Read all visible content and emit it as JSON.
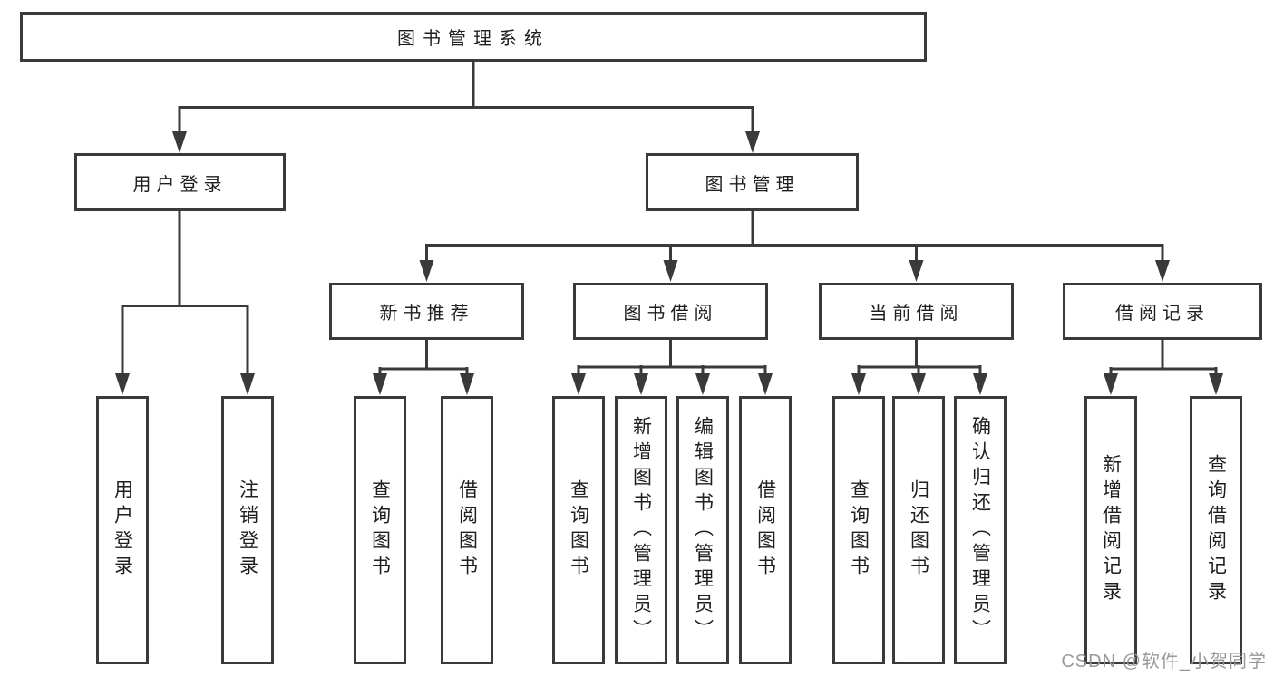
{
  "diagram": {
    "root": {
      "label": "图书管理系统"
    },
    "level2": [
      {
        "label": "用户登录"
      },
      {
        "label": "图书管理"
      }
    ],
    "level3": [
      {
        "label": "新书推荐"
      },
      {
        "label": "图书借阅"
      },
      {
        "label": "当前借阅"
      },
      {
        "label": "借阅记录"
      }
    ],
    "leaves": {
      "user_login": [
        "用户登录",
        "注销登录"
      ],
      "new_book_recommend": [
        "查询图书",
        "借阅图书"
      ],
      "book_borrow": [
        "查询图书",
        "新增图书（管理员）",
        "编辑图书（管理员）",
        "借阅图书"
      ],
      "current_borrow": [
        "查询图书",
        "归还图书",
        "确认归还（管理员）"
      ],
      "borrow_records": [
        "新增借阅记录",
        "查询借阅记录"
      ]
    }
  },
  "watermark": {
    "text": "CSDN @软件_小贺同学"
  },
  "colors": {
    "line": "#3a3a3a",
    "text": "#1f1f1f",
    "watermark": "#949494",
    "background": "#ffffff"
  }
}
